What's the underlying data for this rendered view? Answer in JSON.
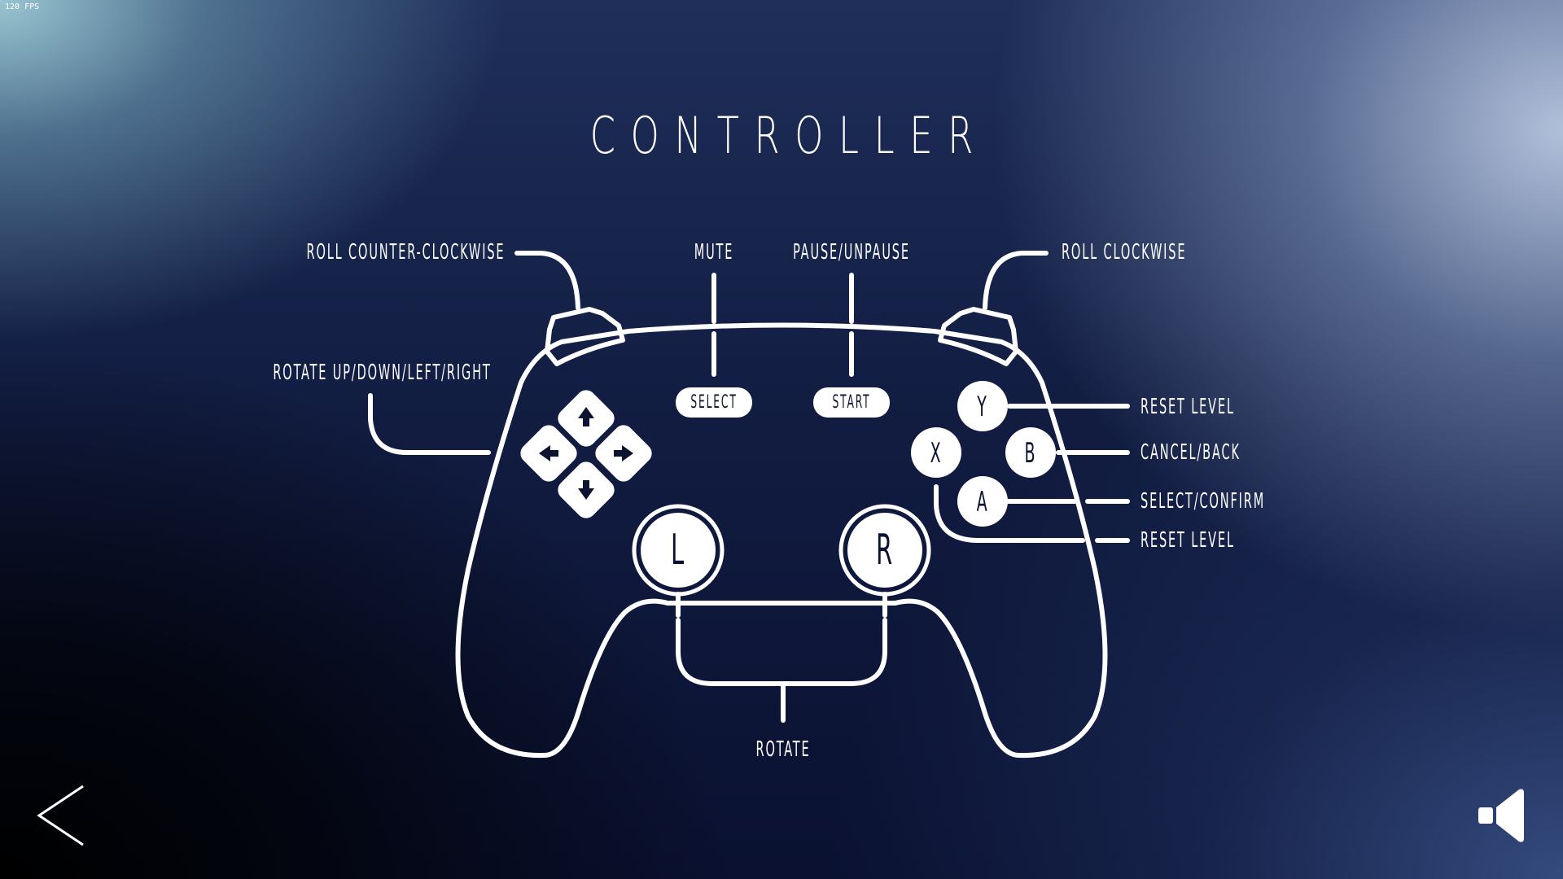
{
  "fps": "120 FPS",
  "title": "CONTROLLER",
  "labels": {
    "roll_ccw": "ROLL COUNTER-CLOCKWISE",
    "mute": "MUTE",
    "pause": "PAUSE/UNPAUSE",
    "roll_cw": "ROLL CLOCKWISE",
    "rotate_dpad": "ROTATE UP/DOWN/LEFT/RIGHT",
    "reset_y": "RESET LEVEL",
    "cancel_b": "CANCEL/BACK",
    "select_a": "SELECT/CONFIRM",
    "reset_x": "RESET LEVEL",
    "rotate_sticks": "ROTATE"
  },
  "buttons": {
    "select": "SELECT",
    "start": "START",
    "y": "Y",
    "x": "X",
    "b": "B",
    "a": "A",
    "l_stick": "L",
    "r_stick": "R"
  },
  "icons": {
    "back": "chevron-left-icon",
    "sound": "speaker-icon"
  },
  "colors": {
    "foreground": "#ffffff",
    "button_text": "#0b1330"
  }
}
